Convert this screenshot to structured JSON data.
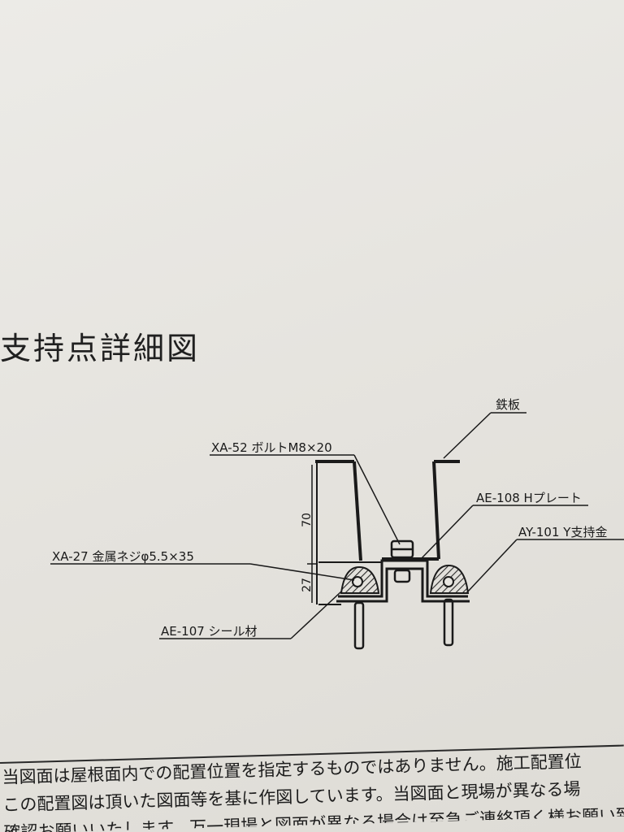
{
  "document": {
    "title": "支持点詳細図",
    "callouts": {
      "bolt": "XA-52 ボルトM8×20",
      "top_right": "鉄板",
      "h_plate": "AE-108 Hプレート",
      "y_support": "AY-101 Y支持金",
      "screw": "XA-27 金属ネジφ5.5×35",
      "seal": "AE-107 シール材"
    },
    "dimensions": {
      "height_upper": "70",
      "height_lower": "27"
    },
    "notes": [
      "当図面は屋根面内での配置位置を指定するものではありません。施工配置位",
      "この配置図は頂いた図面等を基に作図しています。当図面と現場が異なる場",
      "確認お願いいたします。万一現場と図面が異なる場合は至急ご連絡頂く様お願い致します。"
    ]
  }
}
